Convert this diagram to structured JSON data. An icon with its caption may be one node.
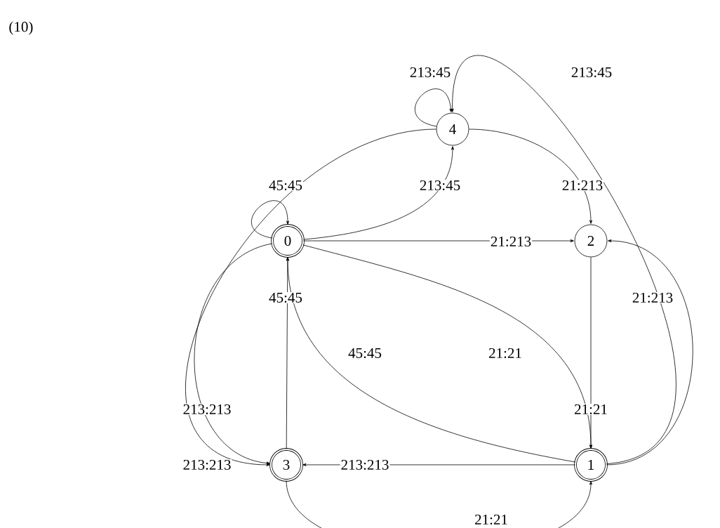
{
  "diagram": {
    "nodes": [
      {
        "text": [
          "0"
        ]
      },
      {
        "text": [
          "1"
        ]
      },
      {
        "text": [
          "2"
        ]
      },
      {
        "text": [
          "3"
        ]
      },
      {
        "text": [
          "4"
        ]
      }
    ],
    "edges": [
      {
        "from": 4,
        "to": 4,
        "arrow": "to",
        "label": "213:45"
      },
      {
        "from": 0,
        "to": 0,
        "arrow": "to",
        "label": "45:45"
      },
      {
        "from": 0,
        "to": 4,
        "arrow": "to",
        "label": "213:45"
      },
      {
        "from": 4,
        "to": 2,
        "arrow": "to",
        "label": "21:213"
      },
      {
        "from": 0,
        "to": 2,
        "arrow": "to",
        "label": "21:213"
      },
      {
        "from": 1,
        "to": 4,
        "arrow": "to",
        "label": "213:45"
      },
      {
        "from": 1,
        "to": 2,
        "arrow": "to",
        "label": "21:213"
      },
      {
        "from": 2,
        "to": 1,
        "arrow": "to",
        "label": "21:21"
      },
      {
        "from": 0,
        "to": 1,
        "arrow": "to",
        "label": "21:21"
      },
      {
        "from": 1,
        "to": 0,
        "arrow": "to",
        "label": "45:45"
      },
      {
        "from": 3,
        "to": 0,
        "arrow": "to",
        "label": "45:45"
      },
      {
        "from": 0,
        "to": 3,
        "arrow": "to",
        "label": "213:213"
      },
      {
        "from": 4,
        "to": 3,
        "arrow": "to",
        "label": "213:213"
      },
      {
        "from": 1,
        "to": 3,
        "arrow": "to",
        "label": "213:213"
      },
      {
        "from": 3,
        "to": 1,
        "arrow": "to",
        "label": "21:21"
      }
    ],
    "labels": [
      "(10)"
    ]
  }
}
